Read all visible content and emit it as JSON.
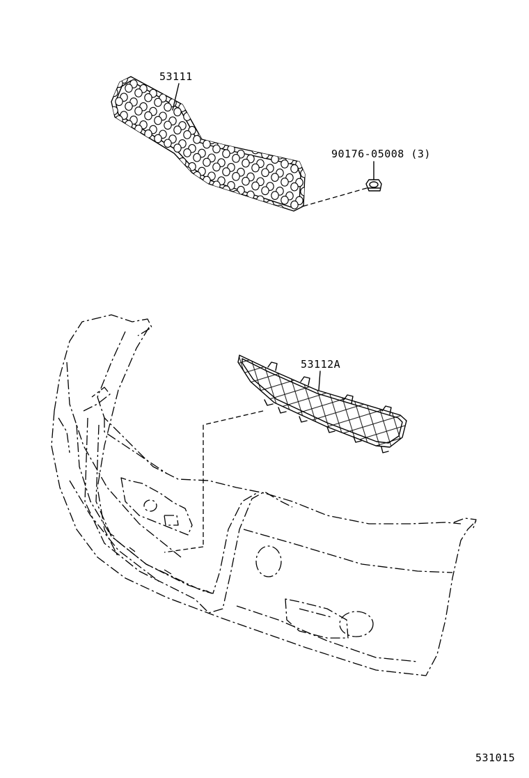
{
  "parts": {
    "upper_grille": {
      "number": "53111"
    },
    "clip": {
      "number": "90176-05008 (3)"
    },
    "lower_grille": {
      "number": "53112A"
    }
  },
  "diagram_code": "531015"
}
